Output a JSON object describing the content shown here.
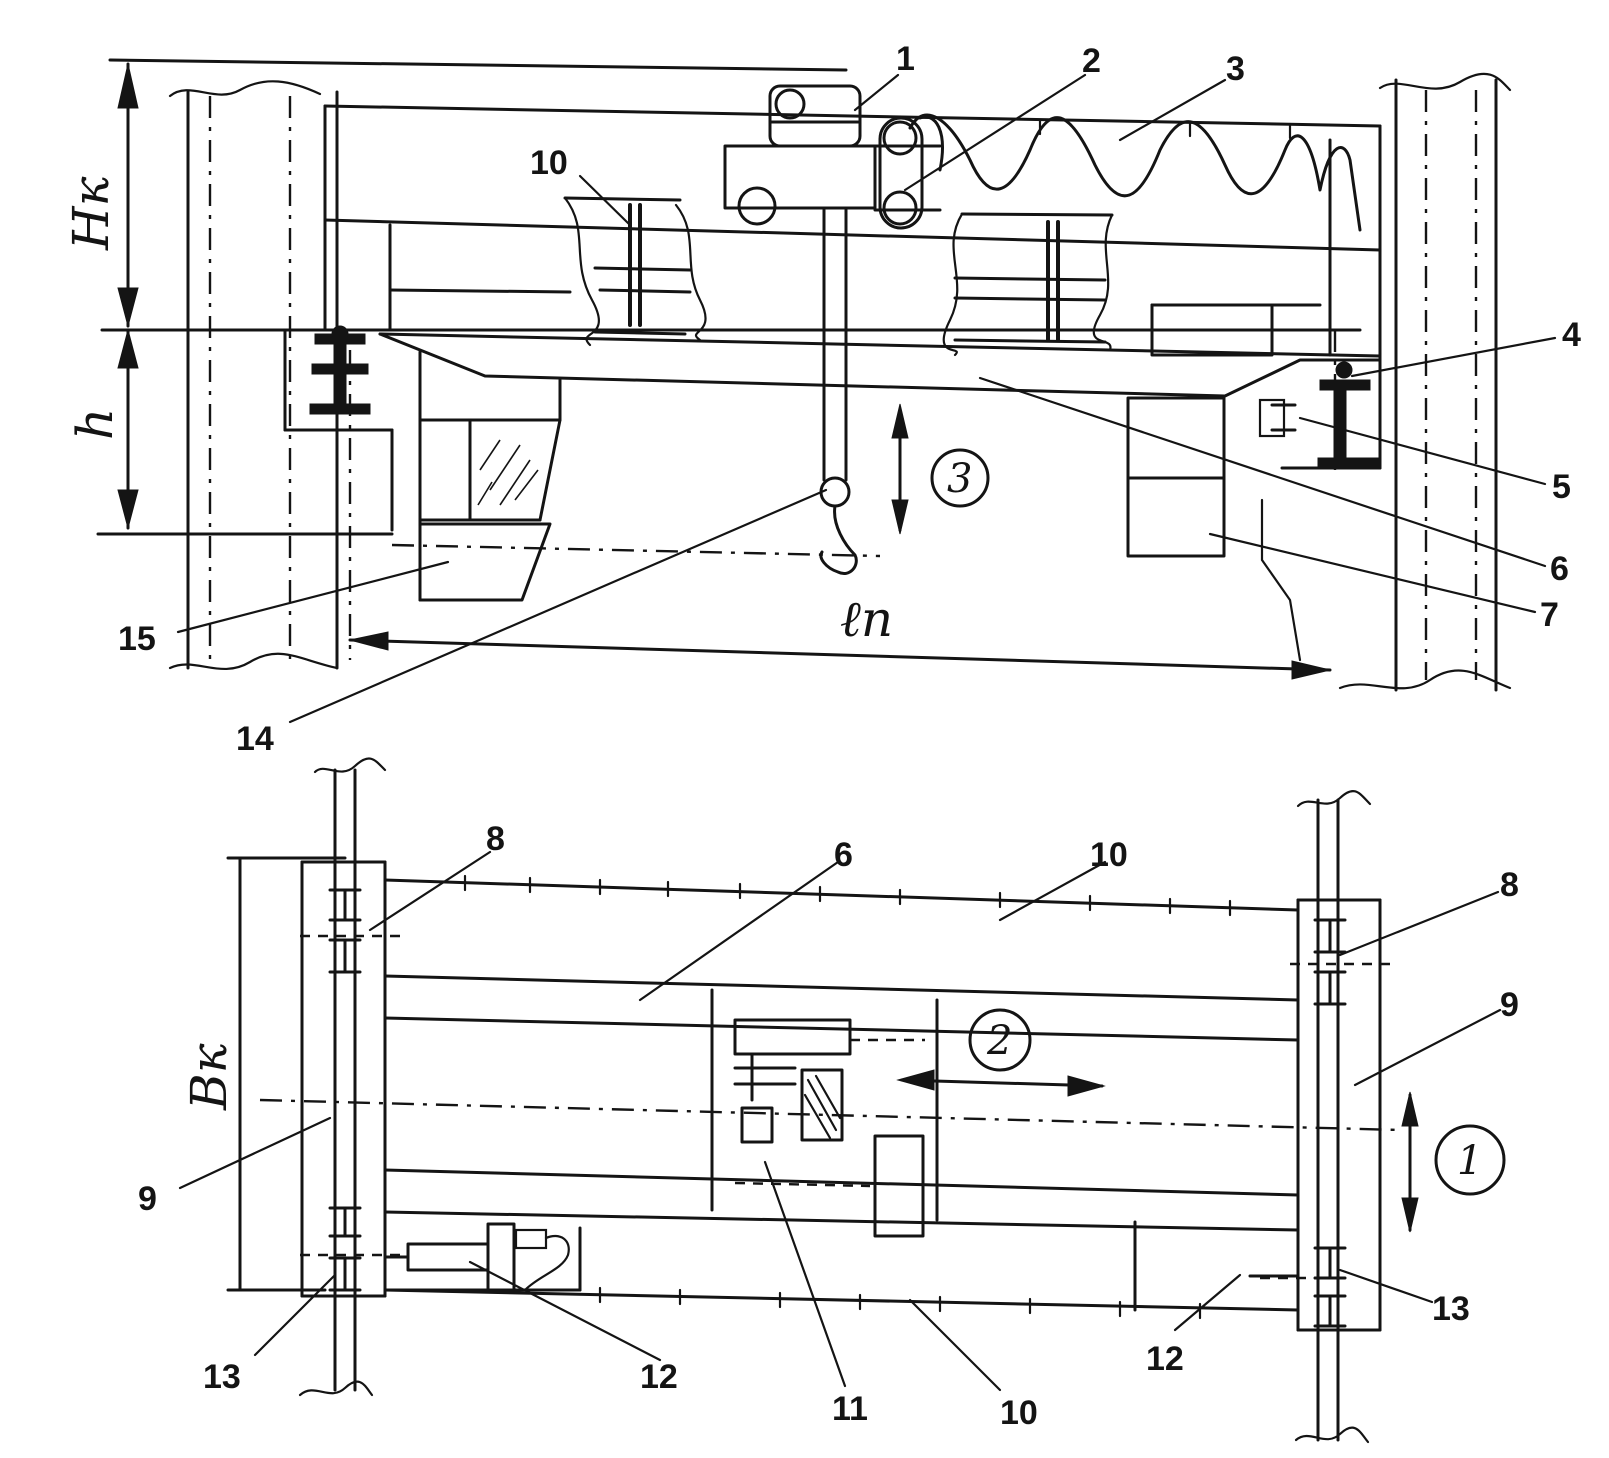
{
  "dimensions": {
    "hk": "Hк",
    "h": "h",
    "lp": "ℓп",
    "bk": "Bк"
  },
  "motions": {
    "m1": "1",
    "m2": "2",
    "m3": "3"
  },
  "labels": {
    "l1": "1",
    "l2": "2",
    "l3": "3",
    "l4": "4",
    "l5": "5",
    "l6": "6",
    "l7": "7",
    "l10": "10",
    "l14": "14",
    "l15": "15"
  },
  "plan_labels": {
    "l6": "6",
    "l8a": "8",
    "l8b": "8",
    "l9a": "9",
    "l9b": "9",
    "l10a": "10",
    "l10b": "10",
    "l11": "11",
    "l12a": "12",
    "l12b": "12",
    "l13a": "13",
    "l13b": "13"
  }
}
